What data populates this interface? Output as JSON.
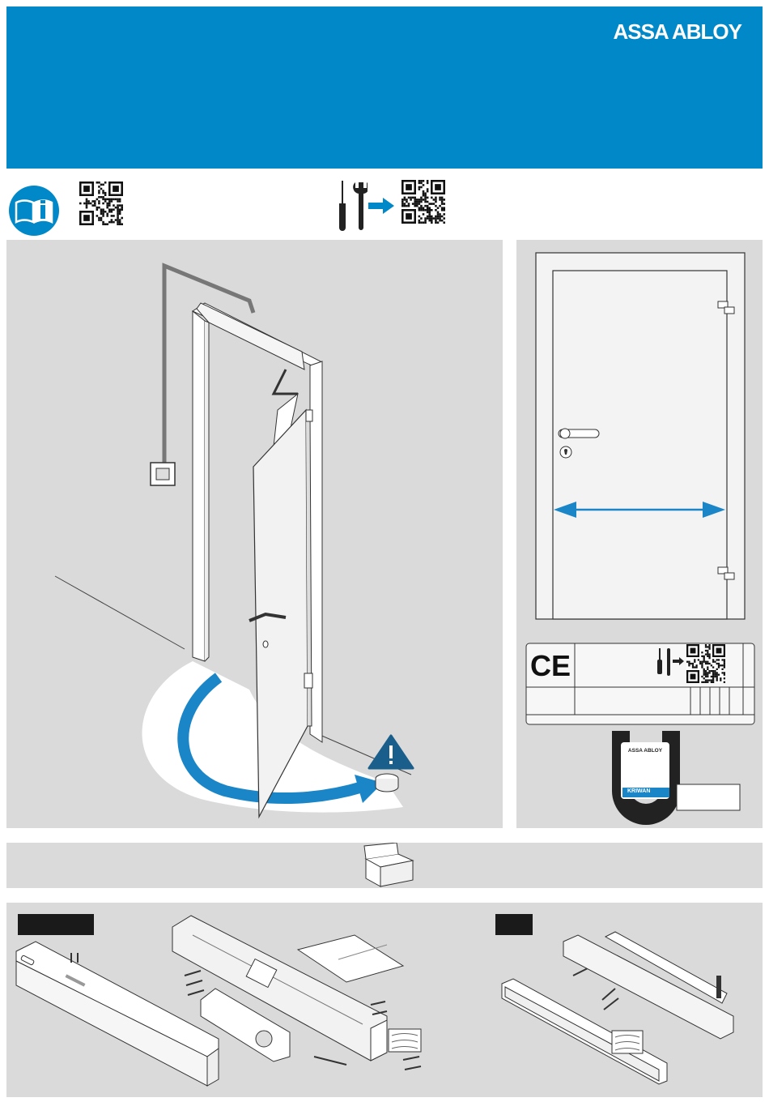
{
  "brand": {
    "name": "ASSA ABLOY"
  },
  "label_plate": {
    "ce_mark": "CE"
  },
  "magnet": {
    "brand_text": "ASSA ABLOY",
    "kriwan_text": "KRIWAN"
  },
  "colors": {
    "header": "#0088c8",
    "panel": "#dadada",
    "arrow_blue": "#1a86c8",
    "warning_blue": "#1a5f8c"
  },
  "icons": [
    "manual-info-icon",
    "qr-code",
    "screwdriver-wrench-icon",
    "arrow-right-icon",
    "warning-triangle-icon",
    "box-icon"
  ]
}
